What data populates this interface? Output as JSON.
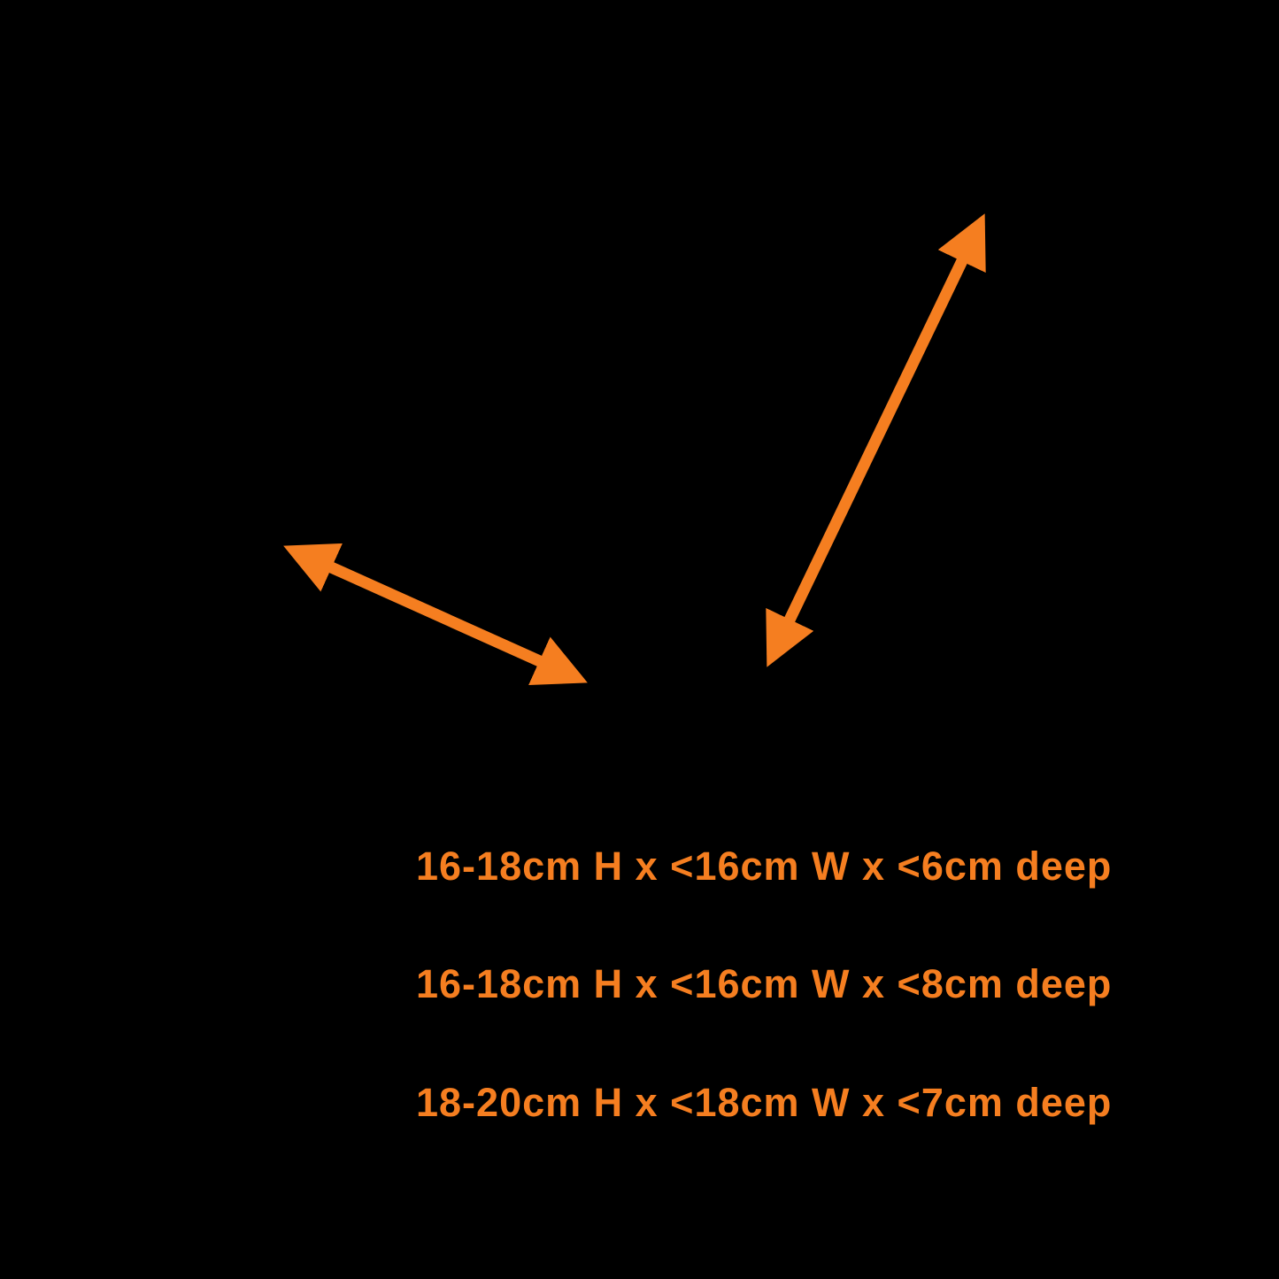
{
  "colors": {
    "accent": "#F57E20",
    "background": "#000000"
  },
  "annotations": {
    "size_lines": [
      "16-18cm H x <16cm W x <6cm deep",
      "16-18cm H x <16cm W x <8cm deep",
      "18-20cm H x <18cm W x <7cm deep"
    ]
  },
  "icons": {
    "left_arrow": "double-headed-diagonal-arrow",
    "right_arrow": "double-headed-diagonal-arrow"
  }
}
